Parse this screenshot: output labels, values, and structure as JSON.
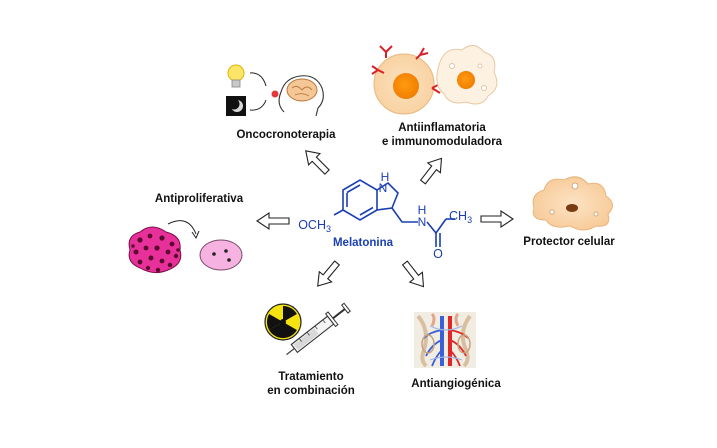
{
  "center": {
    "name": "Melatonina",
    "substituent": "OCH",
    "substituent_sub": "3",
    "nh_top": "H",
    "n_top": "N",
    "amide_n": "N",
    "amide_h": "H",
    "acetyl": "CH",
    "acetyl_sub": "3",
    "oxygen": "O"
  },
  "effects": {
    "oncocronoterapia": "Oncocronoterapia",
    "antiinflamatoria_line1": "Antiinflamatoria",
    "antiinflamatoria_line2": "e immunomoduladora",
    "antiproliferativa": "Antiproliferativa",
    "protector": "Protector celular",
    "tratamiento_line1": "Tratamiento",
    "tratamiento_line2": "en combinación",
    "antiangiogenica": "Antiangiogénica"
  },
  "icons": [
    "lightbulb-icon",
    "moon-icon",
    "brain-profile-icon",
    "immune-cell-icon",
    "macrophage-icon",
    "cancer-cell-icon",
    "normal-cell-icon",
    "amoeba-cell-icon",
    "radiation-icon",
    "syringe-icon",
    "blood-vessels-icon"
  ],
  "colors": {
    "molecule": "#1a3fb3",
    "label": "#111111"
  }
}
